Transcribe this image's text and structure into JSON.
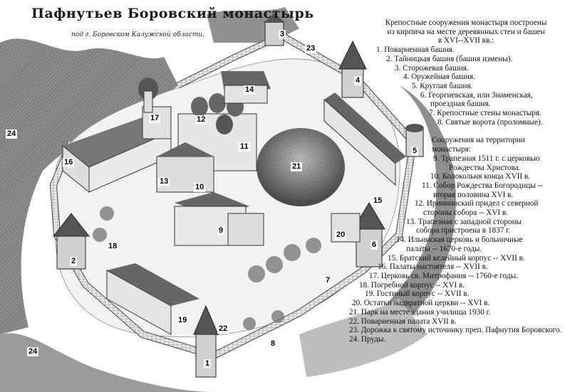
{
  "title": "Пафнутьев Боровский монастырь",
  "subtitle": "под г. Боровском Калужской области.",
  "legend_intro": [
    "Крепостные сооружения монастыря построены",
    "из кирпича на месте деревянных стен и башен",
    "в XVI--XVII вв.:"
  ],
  "legend_walls": [
    "1. Поварненная башня.",
    "2. Тайницкая башня (башня измены).",
    "3. Сторожевая башня.",
    "4. Оружейная башня.",
    "5. Круглая башня.",
    "6. Георгиевская, или Знаменская,",
    "проездная башня.",
    "7. Крепостные стены монастыря.",
    "8. Святые ворота (проломные)."
  ],
  "legend_territory_head": [
    "Сооружения на территории",
    "монастыря:"
  ],
  "legend_territory": [
    "9. Трапезная 1511 г. с церковью",
    "Рождества Христова.",
    "10. Колокольня конца XVII в.",
    "11. Собор Рождества Богородицы --",
    "вторая половина XVI в.",
    "12. Ириниинский придел с северной",
    "стороны собора -- XVI в.",
    "13. Трапезная с западной стороны",
    "собора пристроена в 1837 г.",
    "14. Ильинская церковь и больничные",
    "палаты -- 1670-е годы.",
    "15. Братский келейный корпус -- XVII в.",
    "16. Палаты настоятеля -- XVII в.",
    "17. Церковь св. Митрофания -- 1760-е годы.",
    "18. Погребной корпус -- XVI в.",
    "19. Гостиный корпус -- XVII в.",
    "20. Остатки надвратной церкви -- XVI в.",
    "21. Парк  на месте  здания училища 1930 г.",
    "22. Поварненная палата XVII в.",
    "23. Дорожка к святому источнику преп. Пафнутия Боровского.",
    "24. Пруды."
  ],
  "markers": [
    "1",
    "2",
    "3",
    "4",
    "5",
    "6",
    "7",
    "8",
    "9",
    "10",
    "11",
    "12",
    "13",
    "14",
    "15",
    "16",
    "17",
    "18",
    "19",
    "20",
    "21",
    "22",
    "23",
    "24",
    "24"
  ]
}
